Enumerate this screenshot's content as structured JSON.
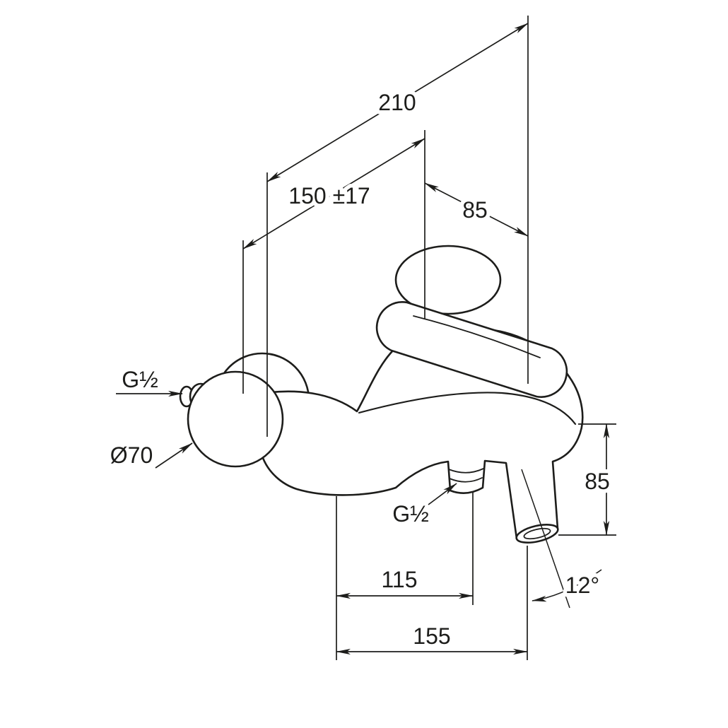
{
  "drawing": {
    "type": "technical-dimension-drawing",
    "subject": "wall-mounted-single-lever-bath-mixer",
    "background": "#ffffff",
    "line_color": "#1d1d1b",
    "labels": {
      "dim_overall_width": "210",
      "dim_connection_distance": "150 ±17",
      "dim_lever_length": "85",
      "dim_height": "85",
      "dim_projection_inner": "115",
      "dim_projection_outer": "155",
      "angle_spout": "12°",
      "thread_wall": "G½",
      "thread_outlet": "G½",
      "escutcheon_diameter": "Ø70"
    }
  }
}
